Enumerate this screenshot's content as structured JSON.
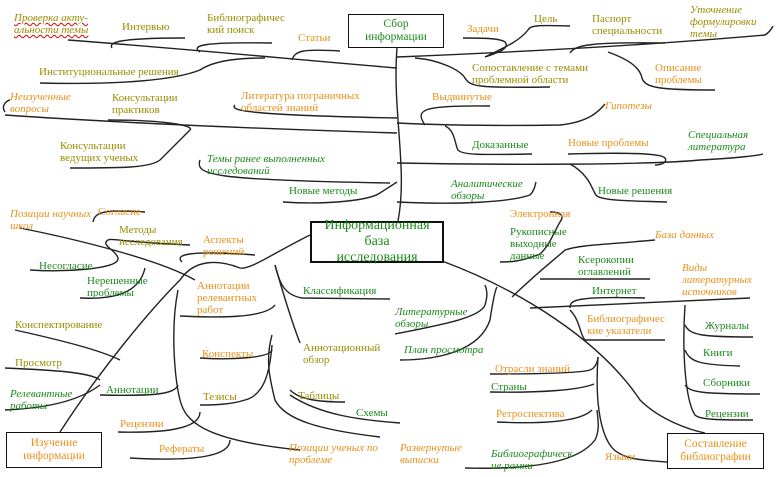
{
  "hubs": {
    "center": "Информационная база\nисследования",
    "collect": "Сбор\nинформации",
    "study": "Изучение\nинформации",
    "biblio": "Составление\nбиблиографии"
  },
  "colors": {
    "olive": "#9a8c00",
    "orange": "#e8901a",
    "green": "#1a8a1a"
  },
  "labels": [
    {
      "id": "check-relevance",
      "text": "Проверка акту-\nальности темы",
      "color": "olive",
      "italic": true
    },
    {
      "id": "interview",
      "text": "Интервью",
      "color": "olive",
      "italic": false
    },
    {
      "id": "biblio-search",
      "text": "Библиографичес\nкий поиск",
      "color": "olive",
      "italic": false
    },
    {
      "id": "articles",
      "text": "Статьи",
      "color": "orange",
      "italic": false
    },
    {
      "id": "institutional",
      "text": "Институциональные решения",
      "color": "olive",
      "italic": false
    },
    {
      "id": "unstudied",
      "text": "Неизученные\nвопросы",
      "color": "orange",
      "italic": true
    },
    {
      "id": "consult-practitioners",
      "text": "Консультации\nпрактиков",
      "color": "olive",
      "italic": false
    },
    {
      "id": "border-literature",
      "text": "Литература пограничных\nобластей знаний",
      "color": "orange",
      "italic": false
    },
    {
      "id": "consult-scientists",
      "text": "Консультации\nведущих ученых",
      "color": "olive",
      "italic": false
    },
    {
      "id": "prev-topics",
      "text": "Темы ранее выполненных\nисследований",
      "color": "green",
      "italic": true
    },
    {
      "id": "new-methods",
      "text": "Новые методы",
      "color": "green",
      "italic": false
    },
    {
      "id": "tasks",
      "text": "Задачи",
      "color": "orange",
      "italic": false
    },
    {
      "id": "goal",
      "text": "Цель",
      "color": "olive",
      "italic": false
    },
    {
      "id": "passport",
      "text": "Паспорт\nспециальности",
      "color": "olive",
      "italic": false
    },
    {
      "id": "refine-topic",
      "text": "Уточнение\nформулировки\nтемы",
      "color": "olive",
      "italic": true
    },
    {
      "id": "compare-topics",
      "text": "Сопоставление с темами\nпроблемной области",
      "color": "olive",
      "italic": false
    },
    {
      "id": "problem-desc",
      "text": "Описание\nпроблемы",
      "color": "orange",
      "italic": false
    },
    {
      "id": "proposed",
      "text": "Выдвинутые",
      "color": "orange",
      "italic": false
    },
    {
      "id": "hypotheses",
      "text": "Гипотезы",
      "color": "orange",
      "italic": true
    },
    {
      "id": "proven",
      "text": "Доказанные",
      "color": "green",
      "italic": false
    },
    {
      "id": "new-problems",
      "text": "Новые проблемы",
      "color": "orange",
      "italic": false
    },
    {
      "id": "special-lit",
      "text": "Специальная\nлитература",
      "color": "green",
      "italic": true
    },
    {
      "id": "analytic-reviews",
      "text": "Аналитические\nобзоры",
      "color": "green",
      "italic": true
    },
    {
      "id": "new-solutions",
      "text": "Новые решения",
      "color": "green",
      "italic": false
    },
    {
      "id": "electronic",
      "text": "Электронная",
      "color": "orange",
      "italic": false
    },
    {
      "id": "manuscript",
      "text": "Рукописные\nвыходные\nданные",
      "color": "green",
      "italic": false
    },
    {
      "id": "database",
      "text": "База данных",
      "color": "orange",
      "italic": true
    },
    {
      "id": "xerox",
      "text": "Ксерокопии\nоглавлений",
      "color": "green",
      "italic": false
    },
    {
      "id": "lit-types",
      "text": "Виды\nлитературных\nисточников",
      "color": "orange",
      "italic": true
    },
    {
      "id": "internet",
      "text": "Интернет",
      "color": "green",
      "italic": false
    },
    {
      "id": "biblio-indexes",
      "text": "Библиографичес\nкие указатели",
      "color": "orange",
      "italic": false
    },
    {
      "id": "journals",
      "text": "Журналы",
      "color": "green",
      "italic": false
    },
    {
      "id": "books",
      "text": "Книги",
      "color": "green",
      "italic": false
    },
    {
      "id": "collections",
      "text": "Сборники",
      "color": "green",
      "italic": false
    },
    {
      "id": "reviews-right",
      "text": "Рецензии",
      "color": "green",
      "italic": false
    },
    {
      "id": "schools",
      "text": "Позиции научных\nшкол",
      "color": "orange",
      "italic": true
    },
    {
      "id": "agreement",
      "text": "Согласие",
      "color": "orange",
      "italic": false
    },
    {
      "id": "methods",
      "text": "Методы\nисследования",
      "color": "olive",
      "italic": false
    },
    {
      "id": "disagreement",
      "text": "Несогласие",
      "color": "green",
      "italic": false
    },
    {
      "id": "unsolved",
      "text": "Нерешенные\nпроблемы",
      "color": "green",
      "italic": false
    },
    {
      "id": "solution-aspects",
      "text": "Аспекты\nрешений",
      "color": "orange",
      "italic": false
    },
    {
      "id": "annotations-relevant",
      "text": "Аннотации\nрелевантных\nработ",
      "color": "orange",
      "italic": false
    },
    {
      "id": "classification",
      "text": "Классификация",
      "color": "green",
      "italic": false
    },
    {
      "id": "note-taking",
      "text": "Конспектирование",
      "color": "olive",
      "italic": false
    },
    {
      "id": "notes",
      "text": "Конспекты",
      "color": "orange",
      "italic": false
    },
    {
      "id": "annot-review",
      "text": "Аннотационный\nобзор",
      "color": "olive",
      "italic": false
    },
    {
      "id": "viewing",
      "text": "Просмотр",
      "color": "olive",
      "italic": false
    },
    {
      "id": "annotations",
      "text": "Аннотации",
      "color": "green",
      "italic": false
    },
    {
      "id": "relevant-works",
      "text": "Релевантные\nработы",
      "color": "green",
      "italic": true
    },
    {
      "id": "theses",
      "text": "Тезисы",
      "color": "olive",
      "italic": false
    },
    {
      "id": "tables",
      "text": "Таблицы",
      "color": "olive",
      "italic": false
    },
    {
      "id": "schemes",
      "text": "Схемы",
      "color": "green",
      "italic": false
    },
    {
      "id": "reviews-left",
      "text": "Рецензии",
      "color": "orange",
      "italic": false
    },
    {
      "id": "abstracts",
      "text": "Рефераты",
      "color": "orange",
      "italic": false
    },
    {
      "id": "scientist-positions",
      "text": "Позиции ученых по\nпроблеме",
      "color": "orange",
      "italic": true
    },
    {
      "id": "extended-extracts",
      "text": "Развернутые\nвыписки",
      "color": "orange",
      "italic": true
    },
    {
      "id": "lit-reviews",
      "text": "Литературные\nобзоры",
      "color": "green",
      "italic": true
    },
    {
      "id": "view-plan",
      "text": "План просмотра",
      "color": "green",
      "italic": true
    },
    {
      "id": "fields",
      "text": "Отрасли знаний",
      "color": "orange",
      "italic": false
    },
    {
      "id": "countries",
      "text": "Страны",
      "color": "green",
      "italic": false
    },
    {
      "id": "retrospective",
      "text": "Ретроспектива",
      "color": "orange",
      "italic": false
    },
    {
      "id": "biblio-frames",
      "text": "Библиографическ\nие рамки",
      "color": "green",
      "italic": true
    },
    {
      "id": "languages",
      "text": "Языки",
      "color": "orange",
      "italic": false
    }
  ]
}
